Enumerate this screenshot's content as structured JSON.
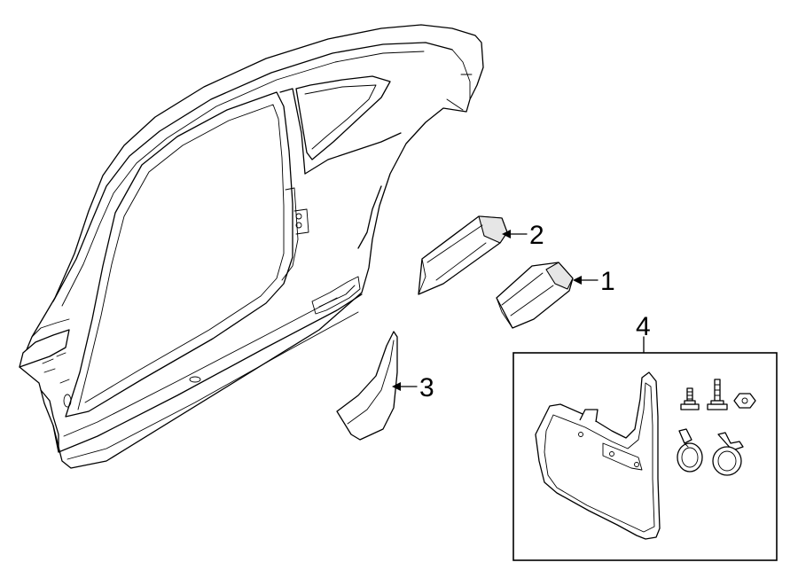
{
  "callouts": [
    {
      "id": "1",
      "label": "1"
    },
    {
      "id": "2",
      "label": "2"
    },
    {
      "id": "3",
      "label": "3"
    },
    {
      "id": "4",
      "label": "4"
    }
  ],
  "icons": [
    "side-panel-body",
    "rocker-trim-part-1",
    "rocker-trim-part-2",
    "quarter-molding-part-3",
    "mud-flap-kit-part-4",
    "mud-flap",
    "bolt",
    "nut",
    "clip"
  ]
}
